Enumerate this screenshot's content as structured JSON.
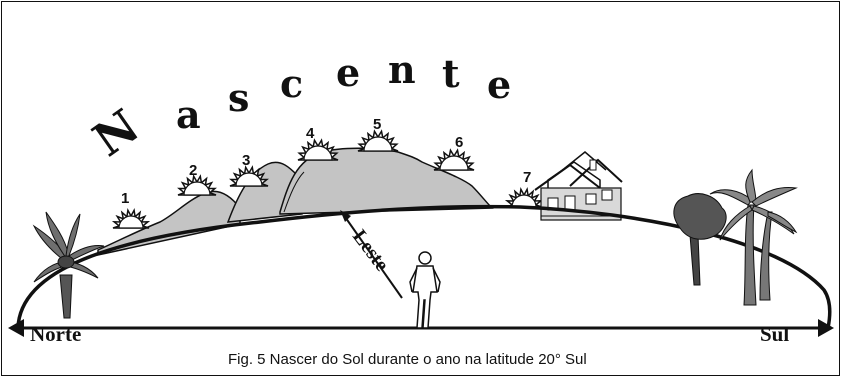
{
  "title_word": "Nascente",
  "title_letters": [
    "N",
    "a",
    "s",
    "c",
    "e",
    "n",
    "t",
    "e"
  ],
  "sun_positions": [
    "1",
    "2",
    "3",
    "4",
    "5",
    "6",
    "7"
  ],
  "labels": {
    "north": "Norte",
    "south": "Sul",
    "east": "Leste"
  },
  "caption": "Fig. 5 Nascer do Sol durante o ano na latitude 20° Sul",
  "colors": {
    "ink": "#111111",
    "hill_fill": "#c4c4c4",
    "house_fill": "#d9d9d9"
  }
}
